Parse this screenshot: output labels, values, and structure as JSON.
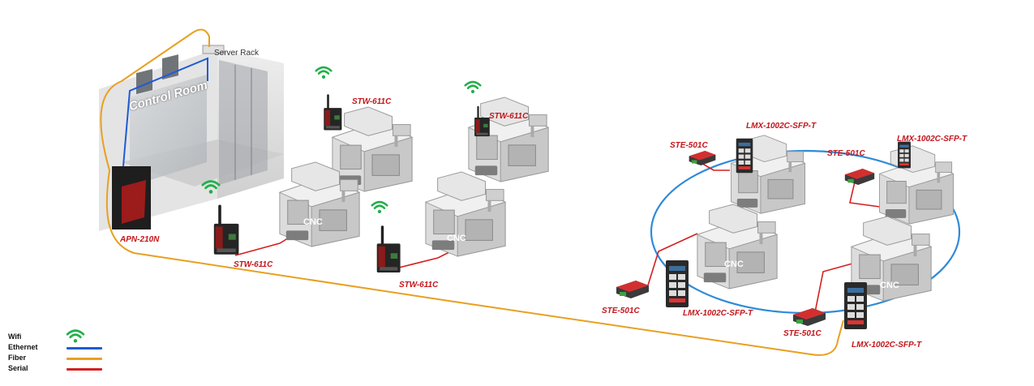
{
  "rooms": {
    "control_room": "Control Room",
    "server_rack": "Server Rack"
  },
  "machine_text": "CNC",
  "labels": {
    "apn": "APN-210N",
    "stw1": "STW-611C",
    "stw2": "STW-611C",
    "stw3": "STW-611C",
    "stw4": "STW-611C",
    "ste1": "STE-501C",
    "ste2": "STE-501C",
    "ste3": "STE-501C",
    "ste4": "STE-501C",
    "lmx1": "LMX-1002C-SFP-T",
    "lmx2": "LMX-1002C-SFP-T",
    "lmx3": "LMX-1002C-SFP-T",
    "lmx4": "LMX-1002C-SFP-T"
  },
  "legend": {
    "wifi": "Wifi",
    "ethernet": "Ethernet",
    "fiber": "Fiber",
    "serial": "Serial"
  },
  "colors": {
    "ethernet": "#1f5bd6",
    "fiber": "#e8a020",
    "serial": "#d42020",
    "wifi": "#22b04a",
    "ring": "#2f8ad8",
    "label": "#c4161c"
  }
}
